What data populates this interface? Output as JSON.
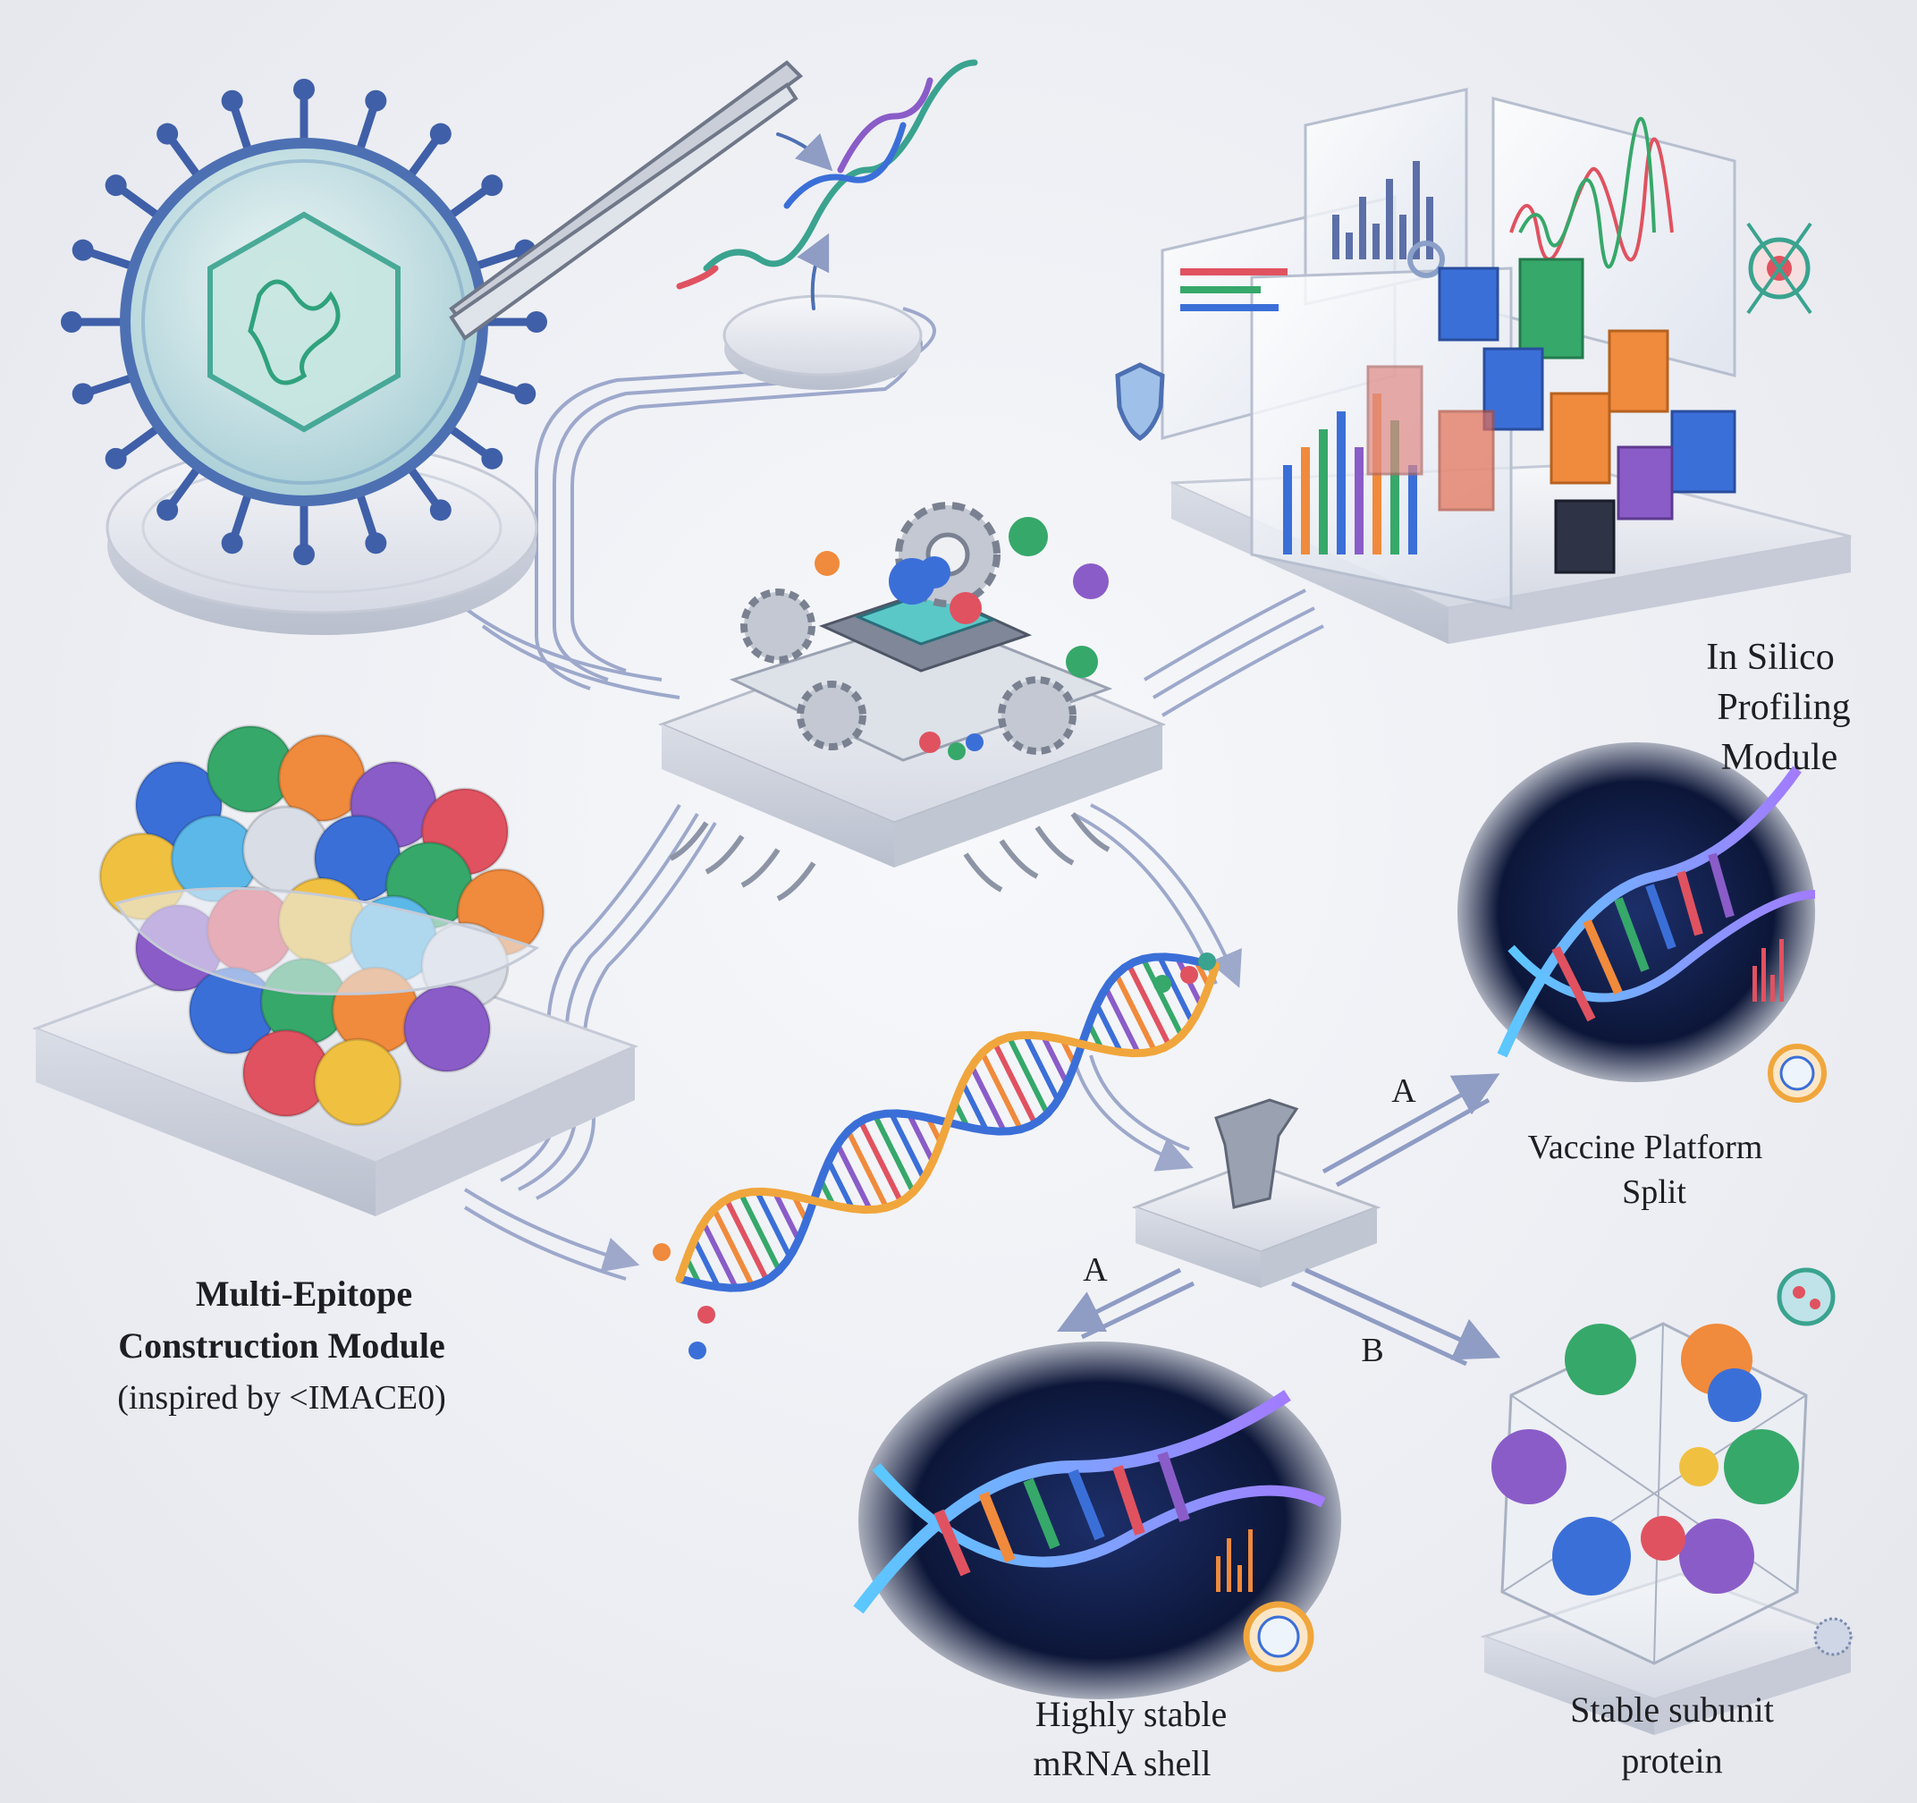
{
  "modules": {
    "profiling": {
      "line1": "In Silico",
      "line2": "Profiling",
      "line3": "Module"
    },
    "epitope": {
      "line1": "Multi-Epitope",
      "line2": "Construction Module",
      "line3": "(inspired by <IMACE0)"
    },
    "split": {
      "line1": "Vaccine Platform",
      "line2": "Split"
    },
    "mrna": {
      "line1": "Highly stable",
      "line2": "mRNA shell"
    },
    "protein": {
      "line1": "Stable subunit",
      "line2": "protein"
    }
  },
  "branch_labels": {
    "upper_a": "A",
    "lower_a": "A",
    "lower_b": "B"
  },
  "colors": {
    "platform": "#e9ebf1",
    "wire": "#8f9cc4",
    "accent_blue": "#3b6fd8",
    "accent_green": "#36a86a",
    "accent_orange": "#f08a3c",
    "accent_purple": "#8a5cc8",
    "accent_red": "#e05260",
    "dark_panel": "#0f1a3a"
  },
  "icons": [
    "virus-icon",
    "tweezers-icon",
    "rna-strand-icon",
    "processor-chip-icon",
    "gear-icon",
    "bar-chart-icon",
    "shield-icon",
    "target-icon",
    "dna-helix-icon",
    "protein-cluster-icon",
    "switch-icon",
    "lipid-nanoparticle-icon",
    "protein-cage-icon"
  ]
}
